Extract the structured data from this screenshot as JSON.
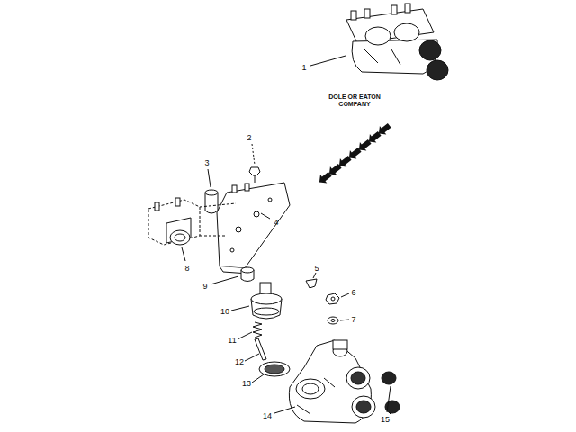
{
  "diagram": {
    "labels": [
      "1",
      "2",
      "3",
      "4",
      "5",
      "6",
      "7",
      "8",
      "9",
      "10",
      "11",
      "12",
      "13",
      "14",
      "15",
      "DOLE OR EATON COMPANY"
    ]
  }
}
